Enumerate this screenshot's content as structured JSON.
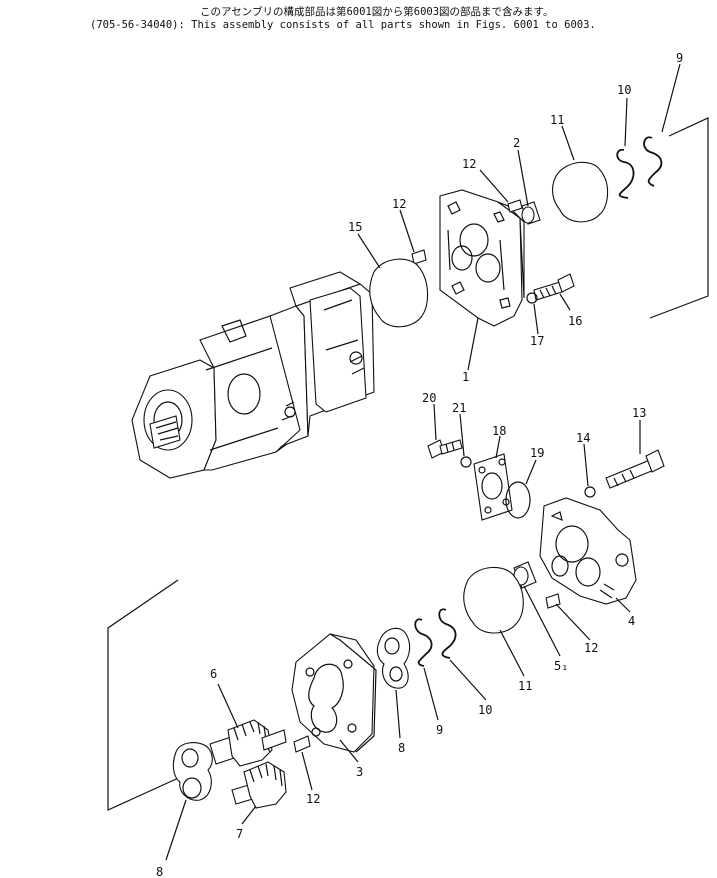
{
  "header": {
    "jp_note": "このアセンブリの構成部品は第6001図から第6003図の部品まで含みます。",
    "part_number": "(705-56-34040)",
    "en_note": ": This assembly consists of all parts shown in Figs. 6001  to 6003."
  },
  "callouts": {
    "c1": "1",
    "c2": "2",
    "c3": "3",
    "c4": "4",
    "c5": "5₁",
    "c6": "6",
    "c7": "7",
    "c8a": "8",
    "c8b": "8",
    "c9a": "9",
    "c9b": "9",
    "c10a": "10",
    "c10b": "10",
    "c11a": "11",
    "c11b": "11",
    "c12a": "12",
    "c12b": "12",
    "c12c": "12",
    "c12d": "12",
    "c13": "13",
    "c14": "14",
    "c15": "15",
    "c16": "16",
    "c17": "17",
    "c18": "18",
    "c19": "19",
    "c20": "20",
    "c21": "21"
  }
}
